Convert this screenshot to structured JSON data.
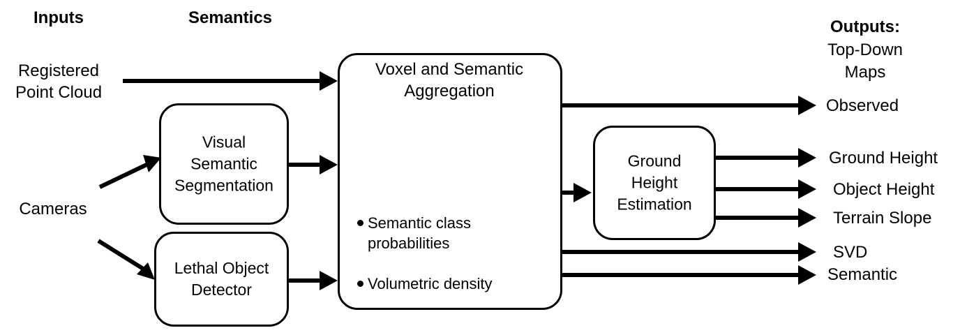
{
  "headers": {
    "inputs": "Inputs",
    "semantics": "Semantics",
    "outputs_line1": "Outputs:",
    "outputs_line2": "Top-Down",
    "outputs_line3": "Maps"
  },
  "inputs": {
    "point_cloud_line1": "Registered",
    "point_cloud_line2": "Point Cloud",
    "cameras": "Cameras"
  },
  "semantic_boxes": {
    "visual_line1": "Visual",
    "visual_line2": "Semantic",
    "visual_line3": "Segmentation",
    "lethal_line1": "Lethal Object",
    "lethal_line2": "Detector"
  },
  "aggregation": {
    "title_line1": "Voxel and Semantic",
    "title_line2": "Aggregation",
    "icon": "cube-icon",
    "bullet1_line1": "Semantic class",
    "bullet1_line2": "probabilities",
    "bullet2": "Volumetric density"
  },
  "ground": {
    "line1": "Ground",
    "line2": "Height",
    "line3": "Estimation"
  },
  "outputs": {
    "observed": "Observed",
    "ground_height": "Ground Height",
    "object_height": "Object Height",
    "terrain_slope": "Terrain Slope",
    "svd": "SVD",
    "semantic": "Semantic"
  }
}
